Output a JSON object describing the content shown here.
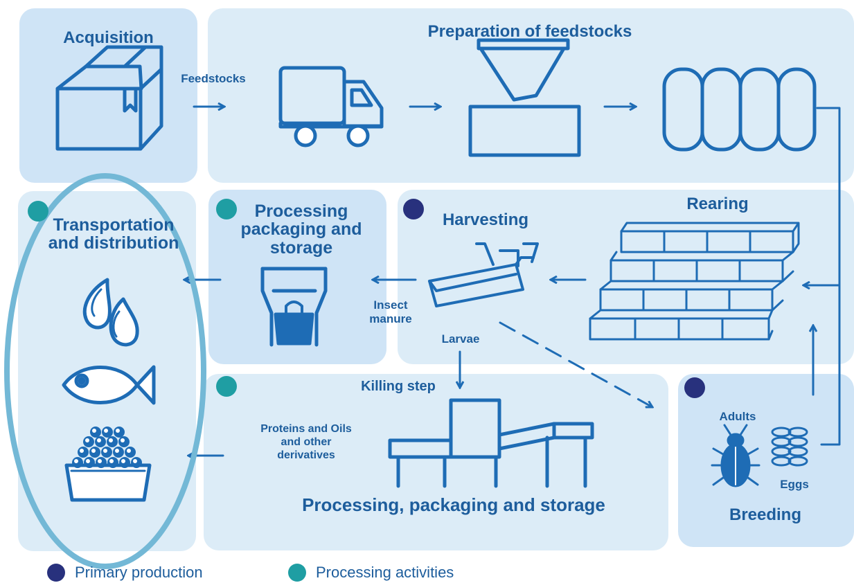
{
  "colors": {
    "primary_dot": "#28317d",
    "processing_dot": "#1f9ea3",
    "text": "#1d5d9c",
    "stroke": "#1e6cb5",
    "panel_light": "#dcecf7",
    "panel_mid": "#cfe4f6"
  },
  "panels": {
    "acquisition": {
      "title": "Acquisition"
    },
    "preparation": {
      "title": "Preparation of feedstocks",
      "feedstocks_label": "Feedstocks"
    },
    "transport": {
      "title_line1": "Transportation",
      "title_line2": "and distribution"
    },
    "processing_small": {
      "title_line1": "Processing",
      "title_line2": "packaging and",
      "title_line3": "storage"
    },
    "harvesting": {
      "title": "Harvesting",
      "insect_line1": "Insect",
      "insect_line2": "manure",
      "larvae": "Larvae"
    },
    "rearing": {
      "title": "Rearing"
    },
    "killing": {
      "title": "Killing step",
      "proteins_line1": "Proteins and Oils",
      "proteins_line2": "and other",
      "proteins_line3": "derivatives",
      "bottom_title": "Processing, packaging and storage"
    },
    "breeding": {
      "title": "Breeding",
      "adults": "Adults",
      "eggs": "Eggs"
    }
  },
  "icons": [
    "box-icon",
    "truck-icon",
    "hopper-icon",
    "silos-icon",
    "rearing-crates-icon",
    "harvesting-conveyor-icon",
    "packaging-bucket-icon",
    "droplets-icon",
    "fish-icon",
    "pet-food-bowl-icon",
    "killing-machine-icon",
    "beetle-icon",
    "eggs-icon"
  ],
  "legend": [
    {
      "label": "Primary production",
      "color": "#28317d"
    },
    {
      "label": "Processing activities",
      "color": "#1f9ea3"
    }
  ]
}
